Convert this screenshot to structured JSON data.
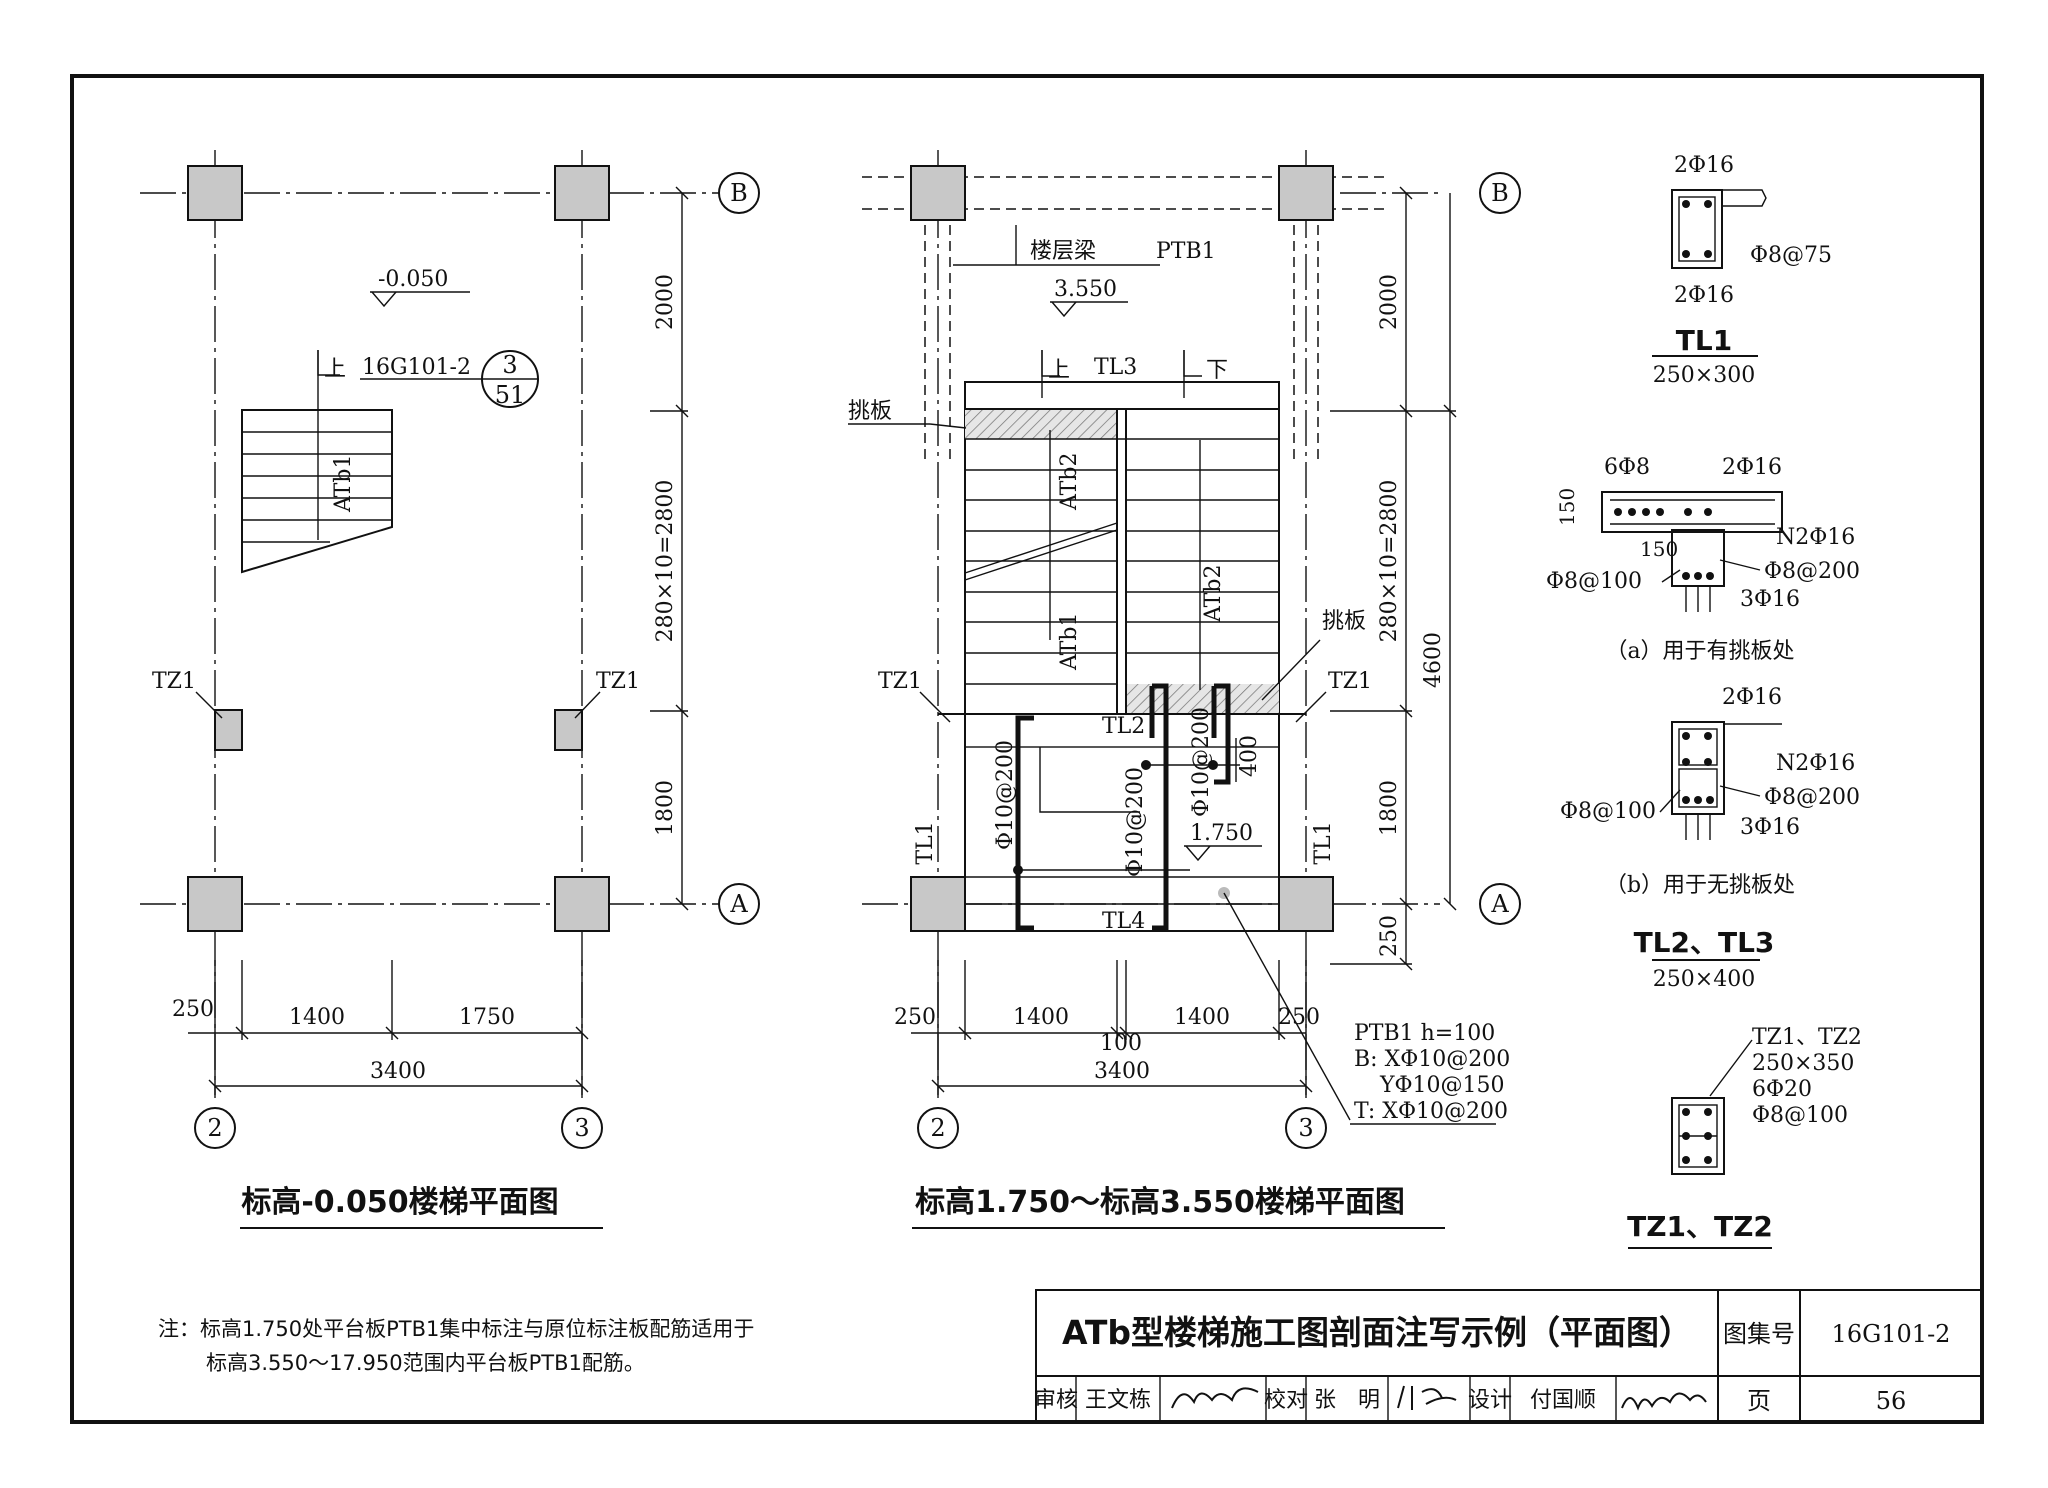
{
  "plan_left": {
    "title": "标高-0.050楼梯平面图",
    "axis_b": "B",
    "axis_a": "A",
    "axis_2": "2",
    "axis_3": "3",
    "elevation": "-0.050",
    "ref_code": "16G101-2",
    "ref_num": "3",
    "ref_page": "51",
    "up_label": "上",
    "stair_label": "ATb1",
    "tz_left": "TZ1",
    "tz_right": "TZ1",
    "dim_top": "2000",
    "dim_mid": "280×10=2800",
    "dim_bot": "1800",
    "dim_250": "250",
    "dim_1400": "1400",
    "dim_1750": "1750",
    "dim_total": "3400"
  },
  "plan_right": {
    "title": "标高1.750～标高3.550楼梯平面图",
    "axis_b": "B",
    "axis_a": "A",
    "axis_2": "2",
    "axis_3": "3",
    "floor_beam": "楼层梁",
    "ptb1": "PTB1",
    "elev_upper": "3.550",
    "elev_lower": "1.750",
    "up_label": "上",
    "down_label": "下",
    "tl3": "TL3",
    "tl2": "TL2",
    "tl4": "TL4",
    "tl1_left": "TL1",
    "tl1_right": "TL1",
    "cantilever_left": "挑板",
    "cantilever_right": "挑板",
    "atb2_left": "ATb2",
    "atb2_right": "ATb2",
    "atb1": "ATb1",
    "tz_left": "TZ1",
    "tz_right": "TZ1",
    "rebar_a": "Φ10@200",
    "rebar_b": "Φ10@200",
    "rebar_c": "Φ10@200",
    "dim_400": "400",
    "dim_top": "2000",
    "dim_mid": "280×10=2800",
    "dim_bot": "1800",
    "dim_bot2": "250",
    "dim_4600": "4600",
    "dim_250l": "250",
    "dim_1400l": "1400",
    "dim_1400r": "1400",
    "dim_250r": "250",
    "dim_100": "100",
    "dim_total": "3400",
    "ptb_note": [
      "PTB1  h=100",
      "B: XΦ10@200",
      "YΦ10@150",
      "T: XΦ10@200"
    ]
  },
  "sections": {
    "tl1": {
      "top": "2Φ16",
      "bottom": "2Φ16",
      "stirrup": "Φ8@75",
      "name": "TL1",
      "size": "250×300"
    },
    "a": {
      "d1": "6Φ8",
      "d2": "2Φ16",
      "d3": "150",
      "d4": "150",
      "d5": "N2Φ16",
      "d6": "Φ8@100",
      "d7": "Φ8@200",
      "d8": "3Φ16",
      "caption": "（a）用于有挑板处"
    },
    "b": {
      "d2": "2Φ16",
      "d5": "N2Φ16",
      "d6": "Φ8@100",
      "d7": "Φ8@200",
      "d8": "3Φ16",
      "caption": "（b）用于无挑板处"
    },
    "tl23": {
      "name": "TL2、TL3",
      "size": "250×400"
    },
    "tz": {
      "l1": "TZ1、TZ2",
      "l2": "250×350",
      "l3": "6Φ20",
      "l4": "Φ8@100",
      "name": "TZ1、TZ2"
    }
  },
  "note": {
    "line1": "注：标高1.750处平台板PTB1集中标注与原位标注板配筋适用于",
    "line2": "标高3.550～17.950范围内平台板PTB1配筋。"
  },
  "title_block": {
    "title": "ATb型楼梯施工图剖面注写示例（平面图）",
    "atlas_label": "图集号",
    "atlas_no": "16G101-2",
    "review": "审核",
    "reviewer": "王文栋",
    "check": "校对",
    "checker": "张　明",
    "design": "设计",
    "designer": "付国顺",
    "page_label": "页",
    "page_no": "56"
  }
}
